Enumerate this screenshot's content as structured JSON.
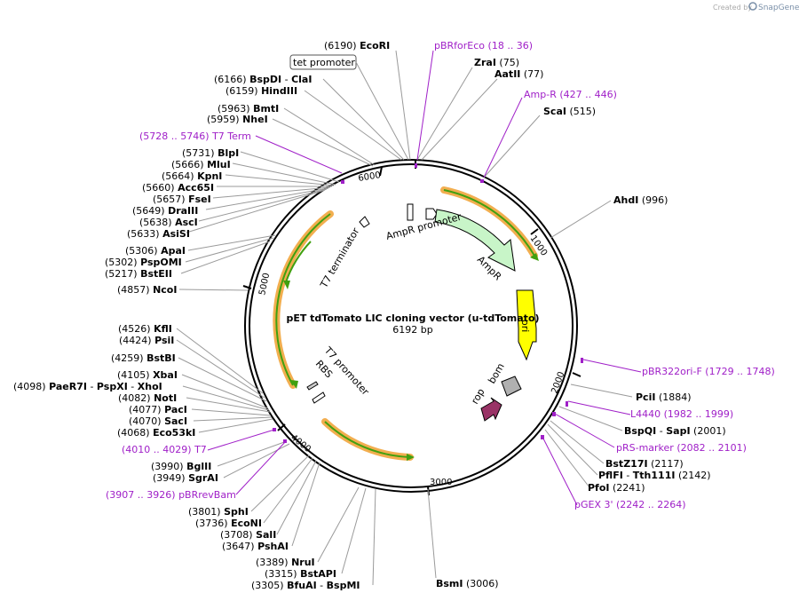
{
  "watermark": {
    "created_by": "Created by",
    "brand": "SnapGene"
  },
  "plasmid": {
    "name": "pET tdTomato LIC cloning vector (u-tdTomato)",
    "size": "6192 bp"
  },
  "ticks": [
    "1000",
    "2000",
    "3000",
    "4000",
    "5000",
    "6000"
  ],
  "features": {
    "amp_promoter": "AmpR promoter",
    "ampr": "AmpR",
    "ori": "ori",
    "bom": "bom",
    "rop": "rop",
    "t7_promoter": "T7 promoter",
    "rbs": "RBS",
    "t7_terminator": "T7 terminator",
    "tet_promoter": "tet promoter"
  },
  "sites": [
    {
      "pos": "(6190)",
      "name": "EcoRI"
    },
    {
      "pos": "(75)",
      "name": "ZraI"
    },
    {
      "pos": "(77)",
      "name": "AatII"
    },
    {
      "pos": "(515)",
      "name": "ScaI"
    },
    {
      "pos": "(996)",
      "name": "AhdI"
    },
    {
      "pos": "(6166)",
      "name": "BspDI",
      "name2": "ClaI"
    },
    {
      "pos": "(6159)",
      "name": "HindIII"
    },
    {
      "pos": "(5963)",
      "name": "BmtI"
    },
    {
      "pos": "(5959)",
      "name": "NheI"
    },
    {
      "pos": "(5731)",
      "name": "BlpI"
    },
    {
      "pos": "(5666)",
      "name": "MluI"
    },
    {
      "pos": "(5664)",
      "name": "KpnI"
    },
    {
      "pos": "(5660)",
      "name": "Acc65I"
    },
    {
      "pos": "(5657)",
      "name": "FseI"
    },
    {
      "pos": "(5649)",
      "name": "DraIII"
    },
    {
      "pos": "(5638)",
      "name": "AscI"
    },
    {
      "pos": "(5633)",
      "name": "AsiSI"
    },
    {
      "pos": "(5306)",
      "name": "ApaI"
    },
    {
      "pos": "(5302)",
      "name": "PspOMI"
    },
    {
      "pos": "(5217)",
      "name": "BstEII"
    },
    {
      "pos": "(4857)",
      "name": "NcoI"
    },
    {
      "pos": "(4526)",
      "name": "KflI"
    },
    {
      "pos": "(4424)",
      "name": "PsiI"
    },
    {
      "pos": "(4259)",
      "name": "BstBI"
    },
    {
      "pos": "(4105)",
      "name": "XbaI"
    },
    {
      "pos": "(4098)",
      "name": "PaeR7I",
      "name2": "PspXI",
      "name3": "XhoI"
    },
    {
      "pos": "(4082)",
      "name": "NotI"
    },
    {
      "pos": "(4077)",
      "name": "PacI"
    },
    {
      "pos": "(4070)",
      "name": "SacI"
    },
    {
      "pos": "(4068)",
      "name": "Eco53kI"
    },
    {
      "pos": "(3990)",
      "name": "BglII"
    },
    {
      "pos": "(3949)",
      "name": "SgrAI"
    },
    {
      "pos": "(3801)",
      "name": "SphI"
    },
    {
      "pos": "(3736)",
      "name": "EcoNI"
    },
    {
      "pos": "(3708)",
      "name": "SalI"
    },
    {
      "pos": "(3647)",
      "name": "PshAI"
    },
    {
      "pos": "(3389)",
      "name": "NruI"
    },
    {
      "pos": "(3315)",
      "name": "BstAPI"
    },
    {
      "pos": "(3305)",
      "name": "BfuAI",
      "name2": "BspMI"
    },
    {
      "pos": "(3006)",
      "name": "BsmI"
    },
    {
      "pos": "(1884)",
      "name": "PciI"
    },
    {
      "pos": "(2001)",
      "name": "BspQI",
      "name2": "SapI"
    },
    {
      "pos": "(2117)",
      "name": "BstZ17I"
    },
    {
      "pos": "(2142)",
      "name": "PflFI",
      "name2": "Tth111I"
    },
    {
      "pos": "(2241)",
      "name": "PfoI"
    }
  ],
  "primers": [
    {
      "name": "pBRforEco",
      "range": "(18 .. 36)"
    },
    {
      "name": "Amp-R",
      "range": "(427 .. 446)"
    },
    {
      "name": "T7 Term",
      "range": "(5728 .. 5746)"
    },
    {
      "name": "pBR322ori-F",
      "range": "(1729 .. 1748)"
    },
    {
      "name": "L4440",
      "range": "(1982 .. 1999)"
    },
    {
      "name": "pRS-marker",
      "range": "(2082 .. 2101)"
    },
    {
      "name": "pGEX 3'",
      "range": "(2242 .. 2264)"
    },
    {
      "name": "T7",
      "range": "(4010 .. 4029)"
    },
    {
      "name": "pBRrevBam",
      "range": "(3907 .. 3926)"
    }
  ],
  "colors": {
    "ampr_fill": "#c8f5c8",
    "ori_fill": "#ffff00",
    "rop_fill": "#993366",
    "bom_fill": "#b0b0b0",
    "orange_arc": "#f0a030",
    "green_arc": "#40a010",
    "primer": "#a020c8"
  }
}
